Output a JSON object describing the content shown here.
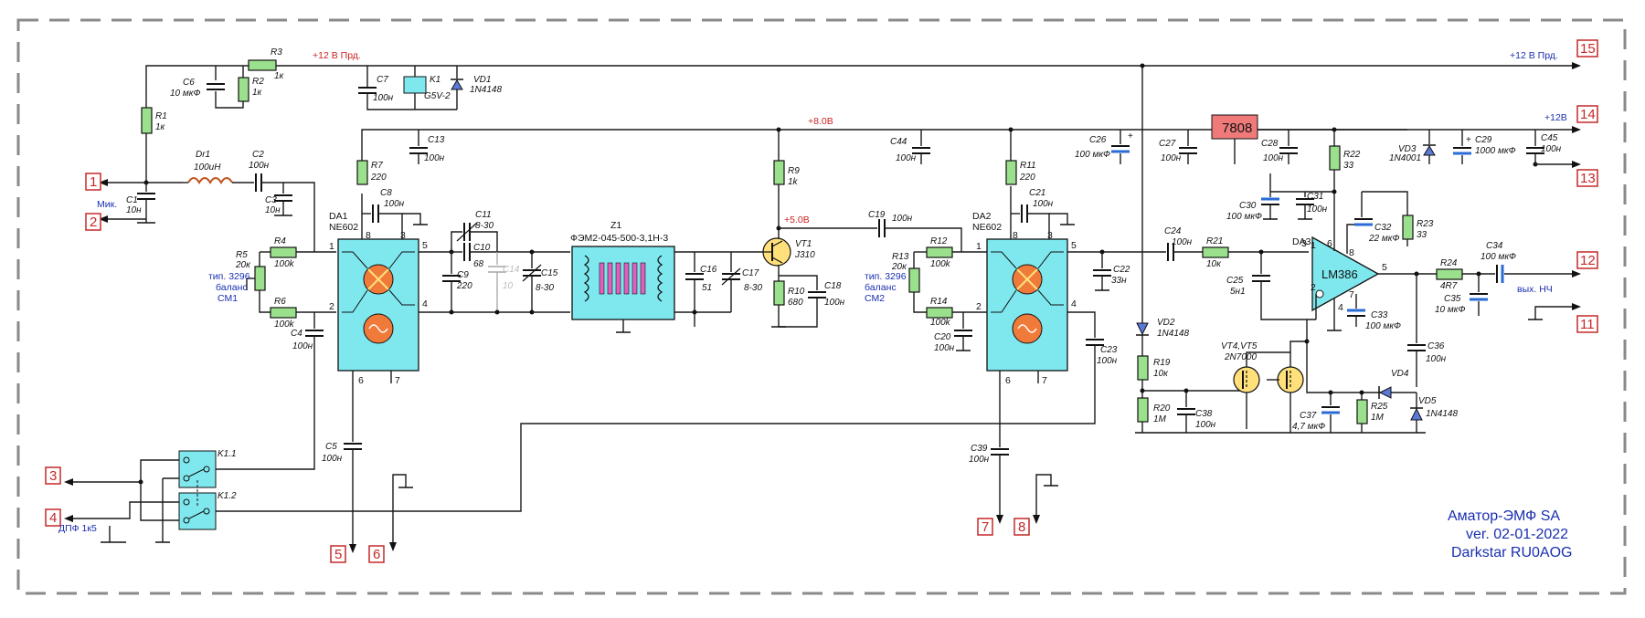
{
  "rails": {
    "v12_prd_left": "+12 В Прд.",
    "v12_prd_right": "+12 В Прд.",
    "v8": "+8.0В",
    "v5": "+5.0В",
    "v12": "+12В"
  },
  "pins": [
    "1",
    "2",
    "3",
    "4",
    "5",
    "6",
    "7",
    "8",
    "11",
    "12",
    "13",
    "14",
    "15"
  ],
  "pin_labels": {
    "mic": "Мик.",
    "dpf": "ДПФ 1к5",
    "out_lf": "вых. НЧ"
  },
  "chips": {
    "da1_name": "DA1",
    "da1_part": "NE602",
    "da2_name": "DA2",
    "da2_part": "NE602",
    "da3_name": "DA3",
    "da3_part": "LM386",
    "z1_name": "Z1",
    "z1_part": "ФЭМ2-045-500-3,1Н-3",
    "reg": "7808",
    "vt1_name": "VT1",
    "vt1_part": "J310",
    "vt45_name": "VT4,VT5",
    "vt45_part": "2N7000",
    "relay_k1": "K1",
    "relay_k1_part": "G5V-2",
    "relay_k11": "K1.1",
    "relay_k12": "K1.2",
    "dr1": "Dr1",
    "dr1_val": "100uH"
  },
  "resistors": {
    "r1": [
      "R1",
      "1к"
    ],
    "r2": [
      "R2",
      "1к"
    ],
    "r3": [
      "R3",
      "1к"
    ],
    "r4": [
      "R4",
      "100k"
    ],
    "r5": [
      "R5",
      "20к"
    ],
    "r6": [
      "R6",
      "100k"
    ],
    "r7": [
      "R7",
      "220"
    ],
    "r9": [
      "R9",
      "1k"
    ],
    "r10": [
      "R10",
      "680"
    ],
    "r11": [
      "R11",
      "220"
    ],
    "r12": [
      "R12",
      "100k"
    ],
    "r13": [
      "R13",
      "20к"
    ],
    "r14": [
      "R14",
      "100k"
    ],
    "r19": [
      "R19",
      "10к"
    ],
    "r20": [
      "R20",
      "1M"
    ],
    "r21": [
      "R21",
      "10к"
    ],
    "r22": [
      "R22",
      "33"
    ],
    "r23": [
      "R23",
      "33"
    ],
    "r24": [
      "R24",
      "4R7"
    ],
    "r25": [
      "R25",
      "1M"
    ]
  },
  "balance1": [
    "тип. 3296",
    "баланс",
    "СМ1"
  ],
  "balance2": [
    "тип. 3296",
    "баланс",
    "СМ2"
  ],
  "capacitors": {
    "c1": [
      "C1",
      "10н"
    ],
    "c2": [
      "C2",
      "100н"
    ],
    "c3": [
      "C3",
      "10н"
    ],
    "c4": [
      "C4",
      "100н"
    ],
    "c5": [
      "C5",
      "100н"
    ],
    "c6": [
      "C6",
      "10 мкФ"
    ],
    "c7": [
      "C7",
      "100н"
    ],
    "c8": [
      "C8",
      "100н"
    ],
    "c9": [
      "C9",
      "220"
    ],
    "c10": [
      "C10",
      "68"
    ],
    "c11": [
      "C11",
      "8-30"
    ],
    "c13": [
      "C13",
      "100н"
    ],
    "c14": [
      "C14",
      "10"
    ],
    "c15": [
      "C15",
      "8-30"
    ],
    "c16": [
      "C16",
      "51"
    ],
    "c17": [
      "C17",
      "8-30"
    ],
    "c18": [
      "C18",
      "100н"
    ],
    "c19": [
      "C19",
      "100н"
    ],
    "c20": [
      "C20",
      "100н"
    ],
    "c21": [
      "C21",
      "100н"
    ],
    "c22": [
      "C22",
      "33н"
    ],
    "c23": [
      "C23",
      "100н"
    ],
    "c24": [
      "C24",
      "100н"
    ],
    "c25": [
      "C25",
      "5н1"
    ],
    "c26": [
      "C26",
      "100 мкФ"
    ],
    "c27": [
      "C27",
      "100н"
    ],
    "c28": [
      "C28",
      "100н"
    ],
    "c29": [
      "C29",
      "1000 мкФ"
    ],
    "c30": [
      "C30",
      "100 мкФ"
    ],
    "c31": [
      "C31",
      "100н"
    ],
    "c32": [
      "C32",
      "22 мкФ"
    ],
    "c33": [
      "C33",
      "100 мкФ"
    ],
    "c34": [
      "C34",
      "100 мкФ"
    ],
    "c35": [
      "C35",
      "10 мкФ"
    ],
    "c36": [
      "C36",
      "100н"
    ],
    "c37": [
      "C37",
      "4,7 мкФ"
    ],
    "c38": [
      "C38",
      "100н"
    ],
    "c39": [
      "C39",
      "100н"
    ],
    "c44": [
      "C44",
      "100н"
    ],
    "c45": [
      "C45",
      "100н"
    ]
  },
  "diodes": {
    "vd1": [
      "VD1",
      "1N4148"
    ],
    "vd2": [
      "VD2",
      "1N4148"
    ],
    "vd3": [
      "VD3",
      "1N4001"
    ],
    "vd4": [
      "VD4",
      ""
    ],
    "vd5": [
      "VD5",
      "1N4148"
    ]
  },
  "ic_pins": {
    "da1": [
      "1",
      "2",
      "3",
      "4",
      "5",
      "6",
      "7",
      "8"
    ],
    "da2": [
      "1",
      "2",
      "3",
      "4",
      "5",
      "6",
      "7",
      "8"
    ],
    "da3": [
      "1",
      "2",
      "3",
      "4",
      "5",
      "6",
      "7",
      "8"
    ]
  },
  "signature": [
    "Аматор-ЭМФ SA",
    "ver. 02-01-2022",
    "Darkstar RU0AOG"
  ],
  "colors": {
    "wire": "#1a1a1a",
    "resistor": "#9be08c",
    "chip": "#7fe8ee",
    "regulator": "#f07a7a",
    "pin_box": "#c62828",
    "net_red": "#cc1f1f",
    "net_blue": "#1a2fb0",
    "mixer_symbol": "#f07a3a",
    "transistor": "#ffe07a",
    "frame": "#8a8a8a"
  }
}
